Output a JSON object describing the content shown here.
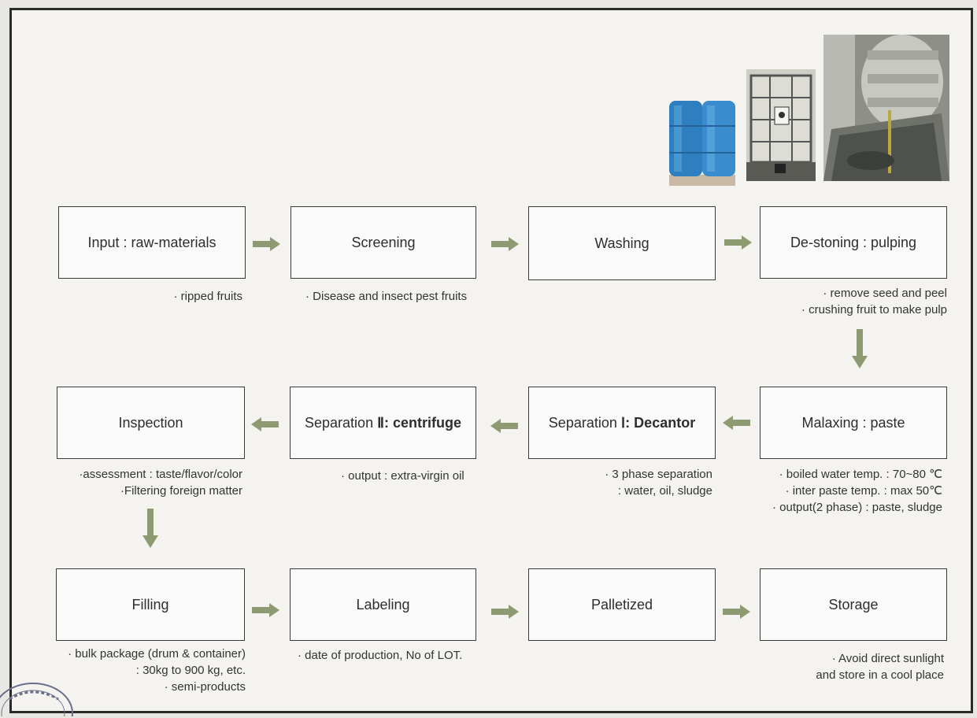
{
  "colors": {
    "box_border": "#3a3a3a",
    "arrow": "#8e9a72",
    "frame": "#2a2a2a"
  },
  "photos": [
    {
      "name": "blue-drum-photo",
      "label": "blue drums"
    },
    {
      "name": "ibc-container-photo",
      "label": "IBC container"
    },
    {
      "name": "processing-machine-photo",
      "label": "oil processing machine"
    }
  ],
  "steps": {
    "input": "Input : raw-materials",
    "screening": "Screening",
    "washing": "Washing",
    "destoning": "De-stoning : pulping",
    "malaxing": "Malaxing : paste",
    "sep1_prefix": "Separation ",
    "sep1_bold": "Ⅰ: Decantor",
    "sep2_prefix": "Separation ",
    "sep2_bold": "Ⅱ: centrifuge",
    "inspection": "Inspection",
    "filling": "Filling",
    "labeling": "Labeling",
    "palletized": "Palletized",
    "storage": "Storage"
  },
  "notes": {
    "input": [
      "· ripped fruits"
    ],
    "screening": [
      "· Disease and insect pest fruits"
    ],
    "destoning": [
      "· remove seed and peel",
      "· crushing fruit  to make pulp"
    ],
    "malaxing": [
      "· boiled water temp. : 70~80 ℃",
      "· inter paste temp. : max 50℃",
      "· output(2 phase) : paste, sludge"
    ],
    "sep1": [
      "· 3 phase separation",
      ": water, oil, sludge"
    ],
    "sep2": [
      "· output : extra-virgin oil"
    ],
    "inspection": [
      "·assessment : taste/flavor/color",
      "·Filtering foreign matter"
    ],
    "filling": [
      "· bulk package (drum & container)",
      ": 30kg to 900 kg, etc.",
      "· semi-products"
    ],
    "labeling": [
      "· date of production, No of LOT."
    ],
    "storage": [
      "· Avoid direct sunlight",
      "and store in a cool place"
    ]
  }
}
